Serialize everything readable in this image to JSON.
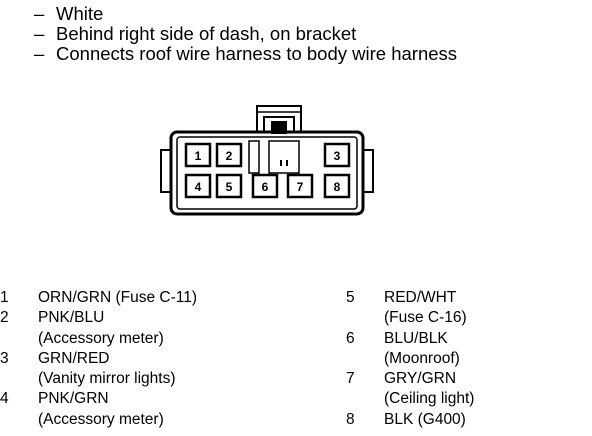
{
  "notes": [
    "White",
    "Behind right side of dash, on bracket",
    "Connects roof wire harness to body wire harness"
  ],
  "connector": {
    "pins_top": [
      "1",
      "2",
      "3"
    ],
    "pins_bottom": [
      "4",
      "5",
      "6",
      "7",
      "8"
    ]
  },
  "legend_left": [
    {
      "num": "1",
      "wire": "ORN/GRN (Fuse C-11)",
      "desc": ""
    },
    {
      "num": "2",
      "wire": "PNK/BLU",
      "desc": "(Accessory meter)"
    },
    {
      "num": "3",
      "wire": "GRN/RED",
      "desc": "(Vanity mirror lights)"
    },
    {
      "num": "4",
      "wire": "PNK/GRN",
      "desc": "(Accessory meter)"
    }
  ],
  "legend_right": [
    {
      "num": "5",
      "wire": "RED/WHT",
      "desc": "(Fuse C-16)"
    },
    {
      "num": "6",
      "wire": "BLU/BLK",
      "desc": "(Moonroof)"
    },
    {
      "num": "7",
      "wire": "GRY/GRN",
      "desc": "(Ceiling light)"
    },
    {
      "num": "8",
      "wire": "BLK (G400)",
      "desc": ""
    }
  ]
}
